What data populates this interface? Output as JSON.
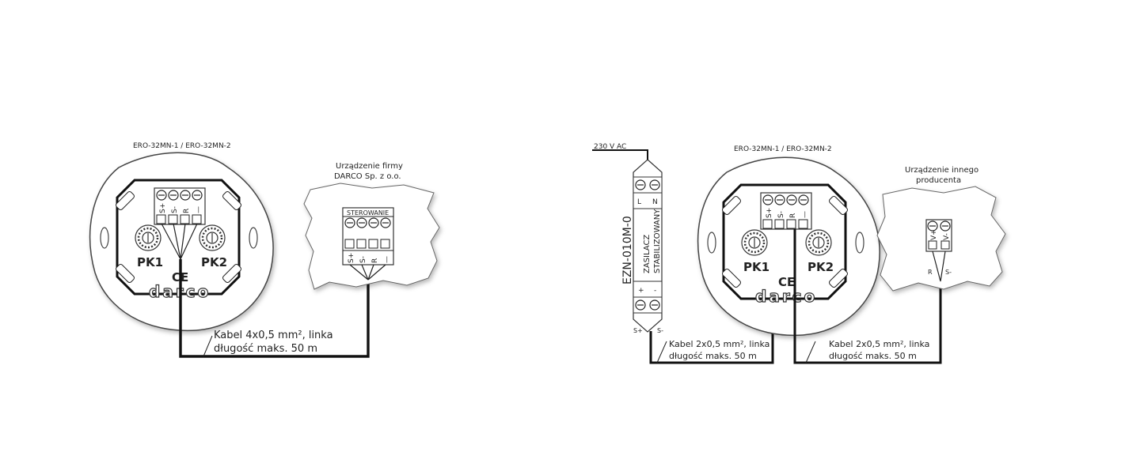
{
  "left": {
    "module_title": "ERO-32MN-1 / ERO-32MN-2",
    "terminals": [
      "S+",
      "S-",
      "R",
      "—"
    ],
    "pk1": "PK1",
    "pk2": "PK2",
    "ce": "CE",
    "brand": "darco",
    "device_line1": "Urządzenie firmy",
    "device_line2": "DARCO Sp. z o.o.",
    "device_header": "STEROWANIE",
    "device_terminals": [
      "S+",
      "S-",
      "R",
      "—"
    ],
    "cable_line1": "Kabel 4x0,5 mm², linka",
    "cable_line2": "długość maks. 50 m"
  },
  "right": {
    "supply_input": "230 V AC",
    "psu_model": "EZN-010M-0",
    "psu_line1": "ZASILACZ",
    "psu_line2": "STABILIZOWANY",
    "psu_L": "L",
    "psu_N": "N",
    "psu_plus": "+",
    "psu_minus": "-",
    "psu_out_plus": "S+",
    "psu_out_minus": "S-",
    "module_title": "ERO-32MN-1 / ERO-32MN-2",
    "terminals": [
      "S+",
      "S-",
      "R",
      "—"
    ],
    "pk1": "PK1",
    "pk2": "PK2",
    "ce": "CE",
    "brand": "darco",
    "device_line1": "Urządzenie innego",
    "device_line2": "producenta",
    "device_terminals": [
      "V+",
      "V-"
    ],
    "device_label_r": "R",
    "device_label_s": "S-",
    "cable1_line1": "Kabel 2x0,5 mm², linka",
    "cable1_line2": "długość maks. 50 m",
    "cable2_line1": "Kabel 2x0,5 mm², linka",
    "cable2_line2": "długość maks. 50 m"
  }
}
